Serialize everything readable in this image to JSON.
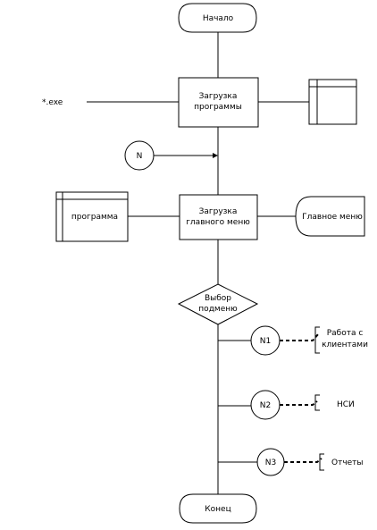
{
  "diagram": {
    "start": "Начало",
    "end": "Конец",
    "load_program": [
      "Загрузка",
      "программы"
    ],
    "load_main_menu": [
      "Загрузка",
      "главного меню"
    ],
    "exe_label": "*.exe",
    "connector_n": "N",
    "program_doc": "программа",
    "main_menu_display": "Главное меню",
    "select_submenu": [
      "Выбор",
      "подменю"
    ],
    "branches": [
      {
        "connector": "N1",
        "target": [
          "Работа с",
          "клиентами"
        ]
      },
      {
        "connector": "N2",
        "target": [
          "НСИ"
        ]
      },
      {
        "connector": "N3",
        "target": [
          "Отчеты"
        ]
      }
    ]
  }
}
